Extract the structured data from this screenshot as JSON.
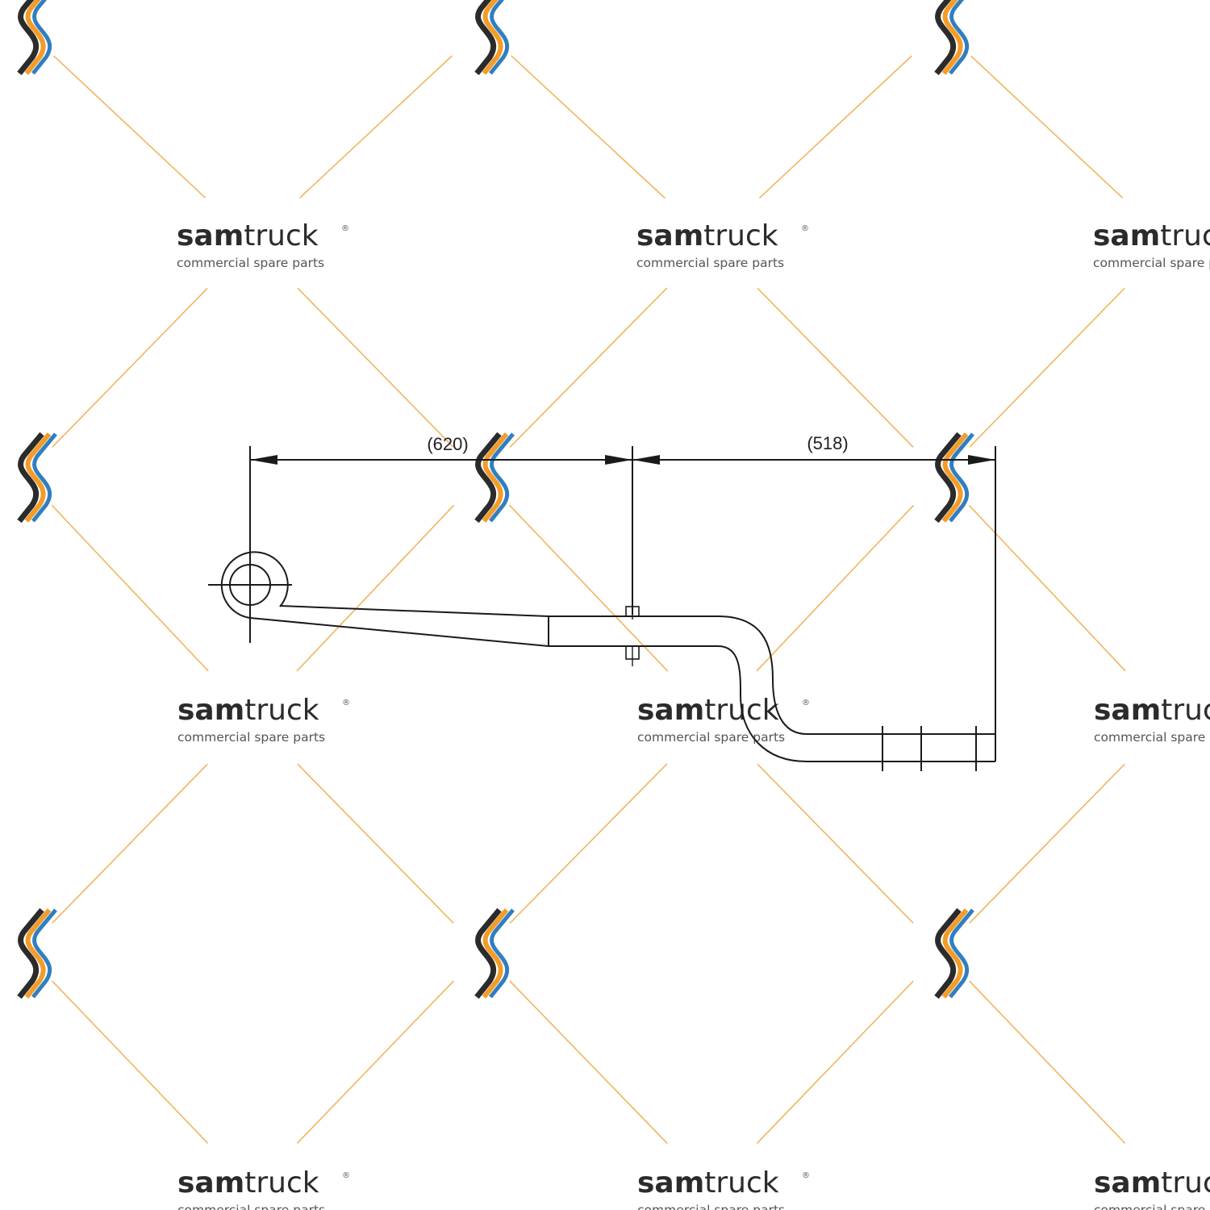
{
  "watermark": {
    "brand_bold": "sam",
    "brand_light": "truck",
    "registered": "®",
    "tagline": "commercial spare parts",
    "line_color": "#f2b45e",
    "colors": [
      "#2b2b2b",
      "#f39c2a",
      "#2f7fc1"
    ]
  },
  "drawing": {
    "dimensions": [
      {
        "label": "(620)"
      },
      {
        "label": "(518)"
      }
    ],
    "stroke_color": "#1a1a1a"
  }
}
